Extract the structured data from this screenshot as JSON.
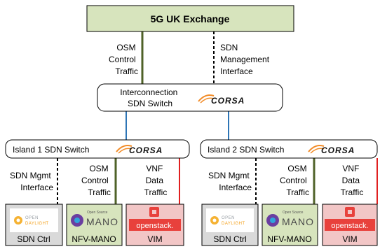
{
  "exchange": {
    "title": "5G UK Exchange"
  },
  "top_links": {
    "osm": [
      "OSM",
      "Control",
      "Traffic"
    ],
    "sdn": [
      "SDN",
      "Management",
      "Interface"
    ]
  },
  "interconnect": {
    "label": [
      "Interconnection",
      "SDN Switch"
    ]
  },
  "logos": {
    "corsa": "CORSA"
  },
  "islands": [
    {
      "label": "Island 1 SDN Switch",
      "links": {
        "sdn": [
          "SDN Mgmt",
          "Interface"
        ],
        "osm": [
          "OSM",
          "Control",
          "Traffic"
        ],
        "vnf": [
          "VNF",
          "Data",
          "Traffic"
        ]
      },
      "boxes": {
        "sdn_ctrl": {
          "caption": "SDN Ctrl",
          "logo_top": "OPEN",
          "logo_bottom": "DAYLIGHT"
        },
        "nfv_mano": {
          "caption": "NFV-MANO",
          "logo_top": "Open Source",
          "logo_bottom": "MANO"
        },
        "vim": {
          "caption": "VIM",
          "logo_text": "openstack."
        }
      }
    },
    {
      "label": "Island 2 SDN Switch",
      "links": {
        "sdn": [
          "SDN Mgmt",
          "Interface"
        ],
        "osm": [
          "OSM",
          "Control",
          "Traffic"
        ],
        "vnf": [
          "VNF",
          "Data",
          "Traffic"
        ]
      },
      "boxes": {
        "sdn_ctrl": {
          "caption": "SDN Ctrl",
          "logo_top": "OPEN",
          "logo_bottom": "DAYLIGHT"
        },
        "nfv_mano": {
          "caption": "NFV-MANO",
          "logo_top": "Open Source",
          "logo_bottom": "MANO"
        },
        "vim": {
          "caption": "VIM",
          "logo_text": "openstack."
        }
      }
    }
  ],
  "colors": {
    "exchange_fill": "#d7e4bd",
    "control_line": "#4f6228",
    "blue_line": "#2e75b6",
    "red_line": "#e02020",
    "ctrl_box_fill": "#d9d9d9",
    "mano_box_fill": "#d7e4bd",
    "vim_box_fill": "#f2c6c6",
    "openstack_red": "#e8413c",
    "corsa_orange": "#f28c28"
  }
}
